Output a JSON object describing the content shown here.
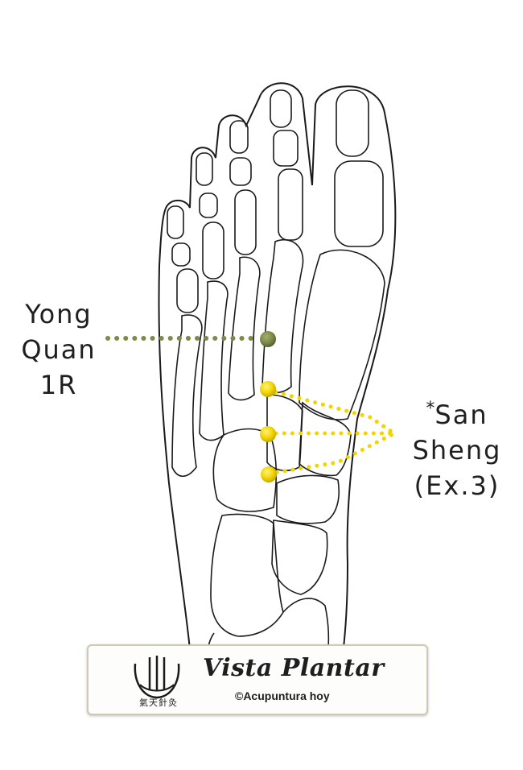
{
  "points": {
    "yong_quan": {
      "lines": [
        "Yong",
        "Quan",
        "1R"
      ],
      "color": "#7c8a4a"
    },
    "san_sheng": {
      "marker": "*",
      "lines": [
        "San",
        "Sheng",
        "(Ex.3)"
      ],
      "color": "#f2d400"
    }
  },
  "banner": {
    "title": "Vista Plantar",
    "copyright": "©Acupuntura hoy",
    "logo_text": "氣天針灸",
    "logo_icon": "acupuncture-needles-logo-icon"
  },
  "illustration": {
    "name": "foot-skeleton-plantar-view",
    "stroke_color": "#1a1a1a"
  }
}
